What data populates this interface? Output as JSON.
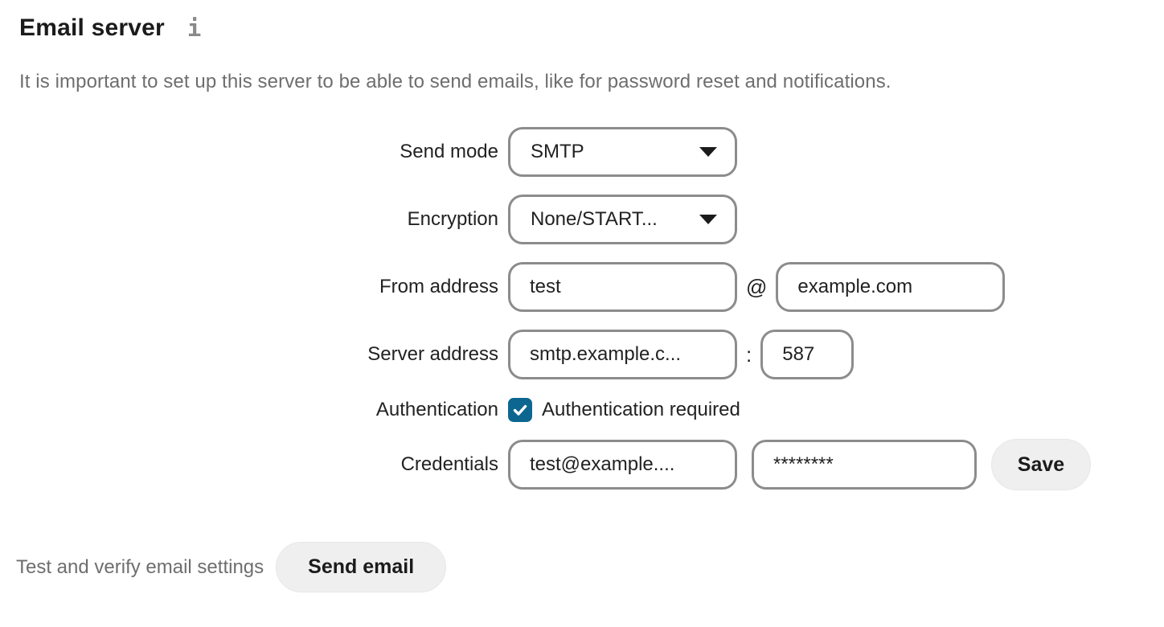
{
  "page": {
    "title": "Email server",
    "info_icon_glyph": "i",
    "description": "It is important to set up this server to be able to send emails, like for password reset and notifications."
  },
  "form": {
    "send_mode": {
      "label": "Send mode",
      "value": "SMTP"
    },
    "encryption": {
      "label": "Encryption",
      "value": "None/START..."
    },
    "from_address": {
      "label": "From address",
      "local_value": "test",
      "separator": "@",
      "domain_value": "example.com"
    },
    "server_address": {
      "label": "Server address",
      "host_value": "smtp.example.c...",
      "separator": ":",
      "port_value": "587"
    },
    "authentication": {
      "label": "Authentication",
      "checkbox_label": "Authentication required",
      "checked": true
    },
    "credentials": {
      "label": "Credentials",
      "login_value": "test@example....",
      "password_value": "********",
      "save_label": "Save"
    }
  },
  "test_section": {
    "label": "Test and verify email settings",
    "button_label": "Send email"
  },
  "colors": {
    "accent": "#0d668f",
    "input_border": "#8c8c8c",
    "muted_text": "#6e6e6e",
    "button_bg": "#efefef",
    "text": "#222222"
  }
}
